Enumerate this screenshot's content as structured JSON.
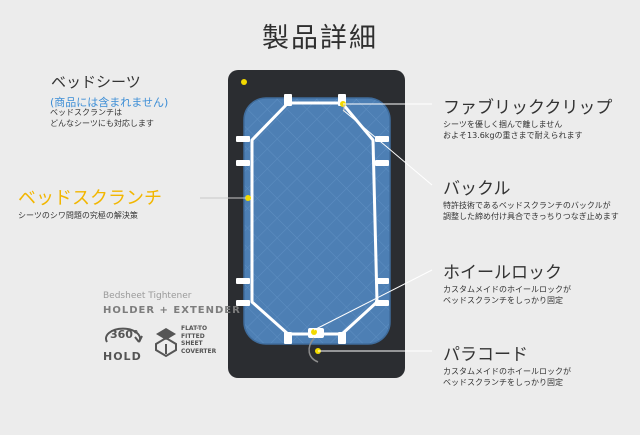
{
  "title": "製品詳細",
  "left_labels": {
    "sheet": {
      "title": "ベッドシーツ",
      "note": "(商品には含まれません)",
      "desc": [
        "ベッドスクランチは",
        "どんなシーツにも対応します"
      ]
    },
    "scrunch": {
      "title": "ベッドスクランチ",
      "desc": [
        "シーツのシワ問題の究極の解決策"
      ]
    }
  },
  "right_labels": {
    "clip": {
      "title": "ファブリッククリップ",
      "desc": [
        "シーツを優しく掴んで離しません",
        "およそ13.6kgの重さまで耐えられます"
      ]
    },
    "buckle": {
      "title": "バックル",
      "desc": [
        "特許技術であるベッドスクランチのバックルが",
        "調整した締め付け具合できっちりつなぎ止めます"
      ]
    },
    "wheel": {
      "title": "ホイールロック",
      "desc": [
        "カスタムメイドのホイールロックが",
        "ベッドスクランチをしっかり固定"
      ]
    },
    "cord": {
      "title": "パラコード",
      "desc": [
        "カスタムメイドのホイールロックが",
        "ベッドスクランチをしっかり固定"
      ]
    }
  },
  "brand": {
    "subtitle": "Bedsheet Tightener",
    "name": "HOLDER + EXTENDER",
    "hold_number": "360°",
    "hold_label": "HOLD",
    "flat_lines": [
      "FLAT-TO",
      "FITTED",
      "SHEET",
      "COVERTER"
    ]
  },
  "colors": {
    "accent_yellow": "#f2b600",
    "note_blue": "#3d8ed6",
    "mattress_dark": "#2b2d31",
    "sheet_blue": "#4d7fb4",
    "strap_white": "#ffffff"
  },
  "icons": [
    "rotate-360-icon",
    "flat-to-fitted-icon",
    "marker-dot-icon"
  ]
}
